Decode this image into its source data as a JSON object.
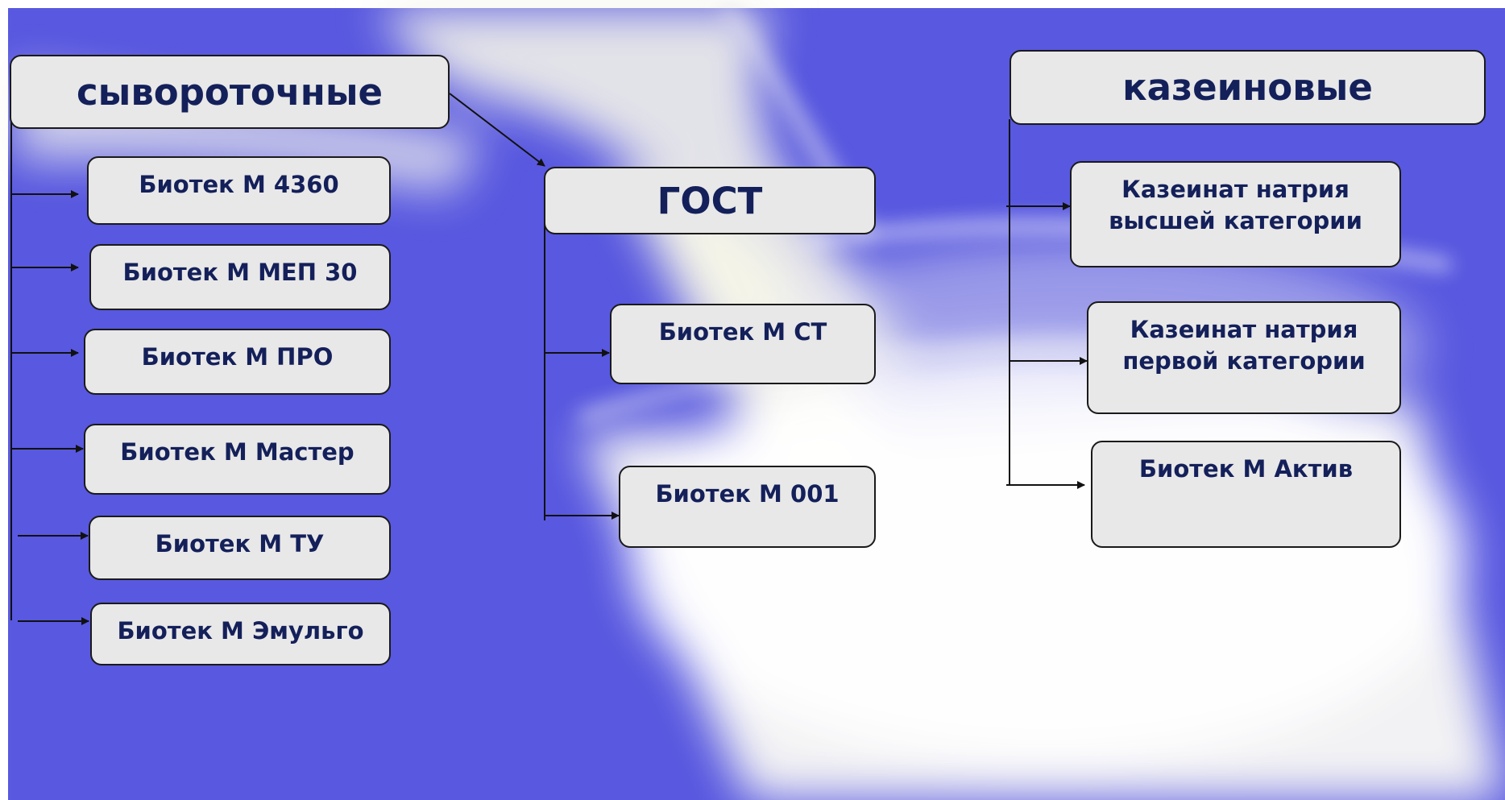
{
  "groups": [
    {
      "title": "сывороточные",
      "items": [
        "Биотек М 4360",
        "Биотек М МЕП 30",
        "Биотек М ПРО",
        "Биотек М Мастер",
        "Биотек М ТУ",
        "Биотек М Эмульго"
      ]
    },
    {
      "title": "ГОСТ",
      "items": [
        "Биотек М СТ",
        "Биотек М 001"
      ]
    },
    {
      "title": "казеиновые",
      "items": [
        "Казеинат натрия высшей категории",
        "Казеинат натрия первой категории",
        "Биотек М Актив"
      ]
    }
  ],
  "colors": {
    "background": "#5858e0",
    "box_fill": "#e8e8e8",
    "box_text": "#14205a",
    "connector": "#111111"
  }
}
